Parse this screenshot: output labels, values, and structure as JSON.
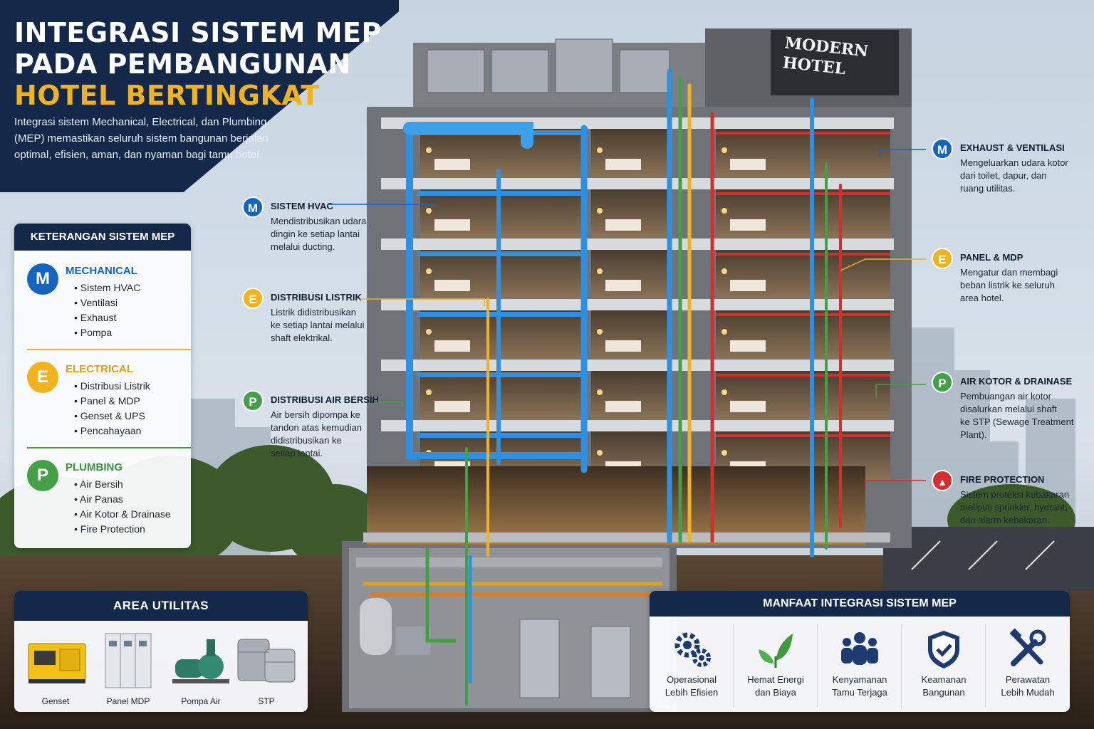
{
  "title": {
    "line1": "INTEGRASI SISTEM MEP",
    "line2": "PADA PEMBANGUNAN",
    "line3": "HOTEL BERTINGKAT",
    "description": "Integrasi sistem Mechanical, Electrical, dan Plumbing (MEP) memastikan seluruh sistem bangunan berjalan optimal, efisien, aman, dan nyaman bagi tamu hotel."
  },
  "building_sign": "MODERN HOTEL",
  "legend": {
    "heading": "KETERANGAN SISTEM MEP",
    "groups": [
      {
        "badge": "M",
        "name": "MECHANICAL",
        "items": [
          "Sistem HVAC",
          "Ventilasi",
          "Exhaust",
          "Pompa"
        ]
      },
      {
        "badge": "E",
        "name": "ELECTRICAL",
        "items": [
          "Distribusi Listrik",
          "Panel & MDP",
          "Genset & UPS",
          "Pencahayaan"
        ]
      },
      {
        "badge": "P",
        "name": "PLUMBING",
        "items": [
          "Air Bersih",
          "Air Panas",
          "Air Kotor & Drainase",
          "Fire Protection"
        ]
      }
    ]
  },
  "callouts_left": [
    {
      "badge": "M",
      "title": "SISTEM HVAC",
      "desc": [
        "Mendistribusikan udara",
        "dingin ke setiap lantai",
        "melalui ducting."
      ]
    },
    {
      "badge": "E",
      "title": "DISTRIBUSI LISTRIK",
      "desc": [
        "Listrik didistribusikan",
        "ke setiap lantai melalui",
        "shaft elektrikal."
      ]
    },
    {
      "badge": "P",
      "title": "DISTRIBUSI AIR BERSIH",
      "desc": [
        "Air bersih dipompa ke",
        "tandon atas kemudian",
        "didistribusikan ke",
        "setiap lantai."
      ]
    }
  ],
  "callouts_right": [
    {
      "badge": "M",
      "title": "EXHAUST & VENTILASI",
      "desc": [
        "Mengeluarkan udara kotor",
        "dari toilet, dapur, dan",
        "ruang utilitas."
      ]
    },
    {
      "badge": "E",
      "title": "PANEL & MDP",
      "desc": [
        "Mengatur dan membagi",
        "beban listrik ke seluruh",
        "area hotel."
      ]
    },
    {
      "badge": "P",
      "title": "AIR KOTOR & DRAINASE",
      "desc": [
        "Pembuangan air kotor",
        "disalurkan melalui shaft",
        "ke STP (Sewage Treatment",
        "Plant)."
      ]
    },
    {
      "badge": "",
      "title": "FIRE PROTECTION",
      "desc": [
        "Sistem proteksi kebakaran",
        "meliputi sprinkler, hydrant,",
        "dan alarm kebakaran."
      ]
    }
  ],
  "utilitas": {
    "heading": "AREA  UTILITAS",
    "items": [
      "Genset",
      "Panel MDP",
      "Pompa Air",
      "STP"
    ]
  },
  "manfaat": {
    "heading": "MANFAAT INTEGRASI SISTEM MEP",
    "items": [
      {
        "icon": "gears-icon",
        "label": [
          "Operasional",
          "Lebih Efisien"
        ]
      },
      {
        "icon": "leaf-icon",
        "label": [
          "Hemat Energi",
          "dan Biaya"
        ]
      },
      {
        "icon": "people-icon",
        "label": [
          "Kenyamanan",
          "Tamu Terjaga"
        ]
      },
      {
        "icon": "shield-check-icon",
        "label": [
          "Keamanan",
          "Bangunan"
        ]
      },
      {
        "icon": "tools-icon",
        "label": [
          "Perawatan",
          "Lebih Mudah"
        ]
      }
    ]
  },
  "colors": {
    "navy": "#14284a",
    "mechanical": "#1565c0",
    "electrical": "#f2b21b",
    "plumbing": "#43a047",
    "fire": "#d32f2f",
    "duct": "#2f8fe0"
  }
}
